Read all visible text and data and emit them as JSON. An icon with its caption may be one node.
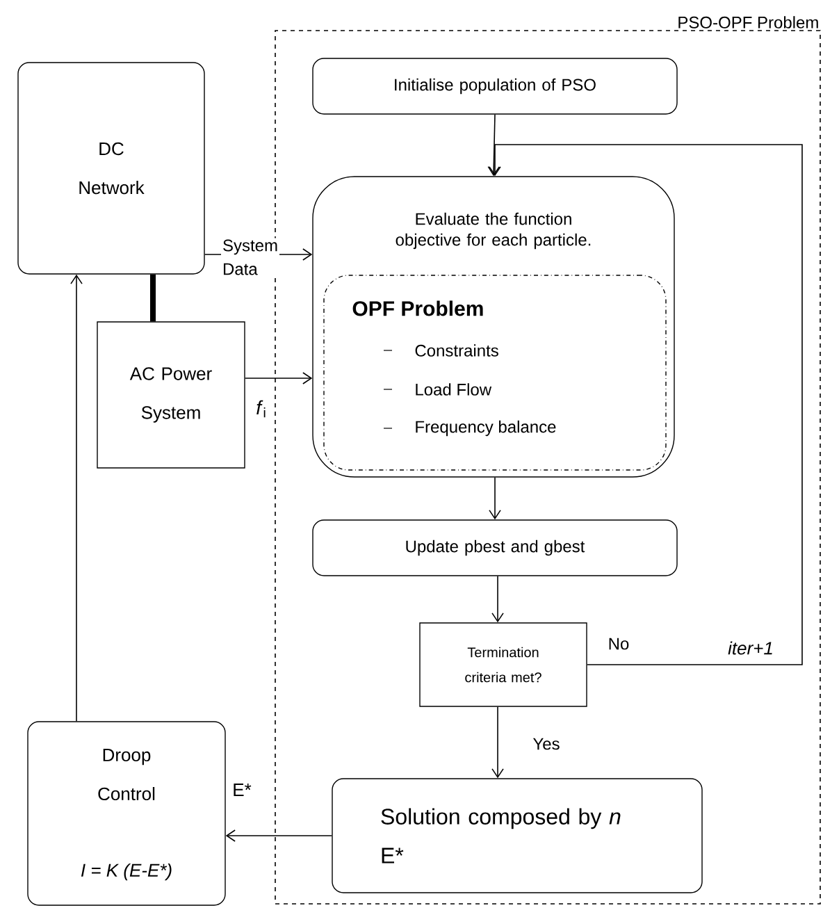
{
  "diagram": {
    "nodes": [
      {
        "text": [
          "PSO-OPF Problem"
        ]
      },
      {
        "text": [
          "Initialise population of PSO"
        ],
        "in": 0
      },
      {
        "text": [
          "Evaluate the function objective for each particle."
        ],
        "in": 0
      },
      {
        "text": [
          "OPF Problem",
          "Constraints",
          "Load Flow",
          "Frequency balance"
        ],
        "in": 2
      },
      {
        "text": [
          "Update pbest and gbest"
        ],
        "in": 0
      },
      {
        "text": [
          "Termination criteria met?"
        ],
        "in": 0
      },
      {
        "text": [
          "Solution composed by *n* E*"
        ],
        "in": 0
      },
      {
        "text": [
          "DC Network"
        ]
      },
      {
        "text": [
          "AC Power System"
        ]
      },
      {
        "text": [
          "Droop Control",
          "I = K (E-E*)"
        ]
      }
    ],
    "edges": [
      {
        "from": 1,
        "to": 2,
        "arrow": "to"
      },
      {
        "from": 7,
        "to": 2,
        "arrow": "to",
        "label": "System Data"
      },
      {
        "from": 8,
        "to": 2,
        "arrow": "to",
        "label": "*f*$_{i}$"
      },
      {
        "from": 7,
        "to": 8,
        "arrow": "none",
        "style": "thick"
      },
      {
        "from": 2,
        "to": 4,
        "arrow": "to"
      },
      {
        "from": 4,
        "to": 5,
        "arrow": "to"
      },
      {
        "from": 5,
        "to": 2,
        "arrow": "to",
        "label": "No"
      },
      {
        "from": 5,
        "to": 6,
        "arrow": "to",
        "label": "Yes"
      },
      {
        "from": 6,
        "to": 9,
        "arrow": "to",
        "label": "E*"
      },
      {
        "from": 9,
        "to": 7,
        "arrow": "to"
      }
    ],
    "labels": [
      "iter+1"
    ]
  }
}
